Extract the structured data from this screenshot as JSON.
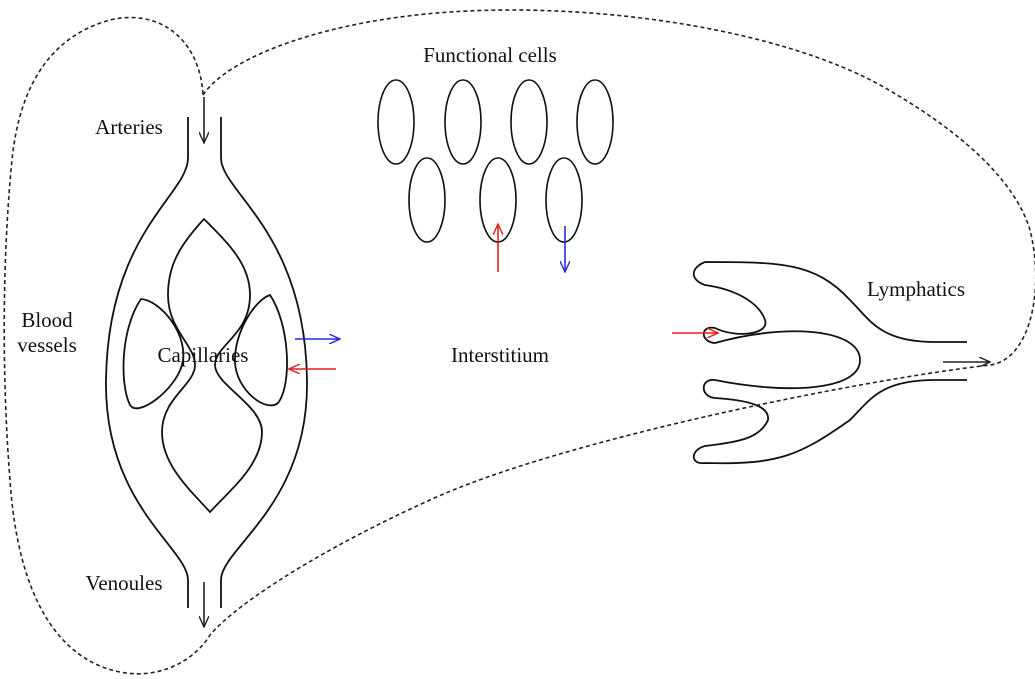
{
  "labels": {
    "functional_cells": "Functional cells",
    "arteries": "Arteries",
    "blood": "Blood",
    "vessels": "vessels",
    "capillaries": "Capillaries",
    "interstitium": "Interstitium",
    "lymphatics": "Lymphatics",
    "venoules": "Venoules"
  },
  "colors": {
    "outflow_arrow": "#2a2ad6",
    "inflow_arrow": "#e02020",
    "flow_arrow": "#222222"
  }
}
